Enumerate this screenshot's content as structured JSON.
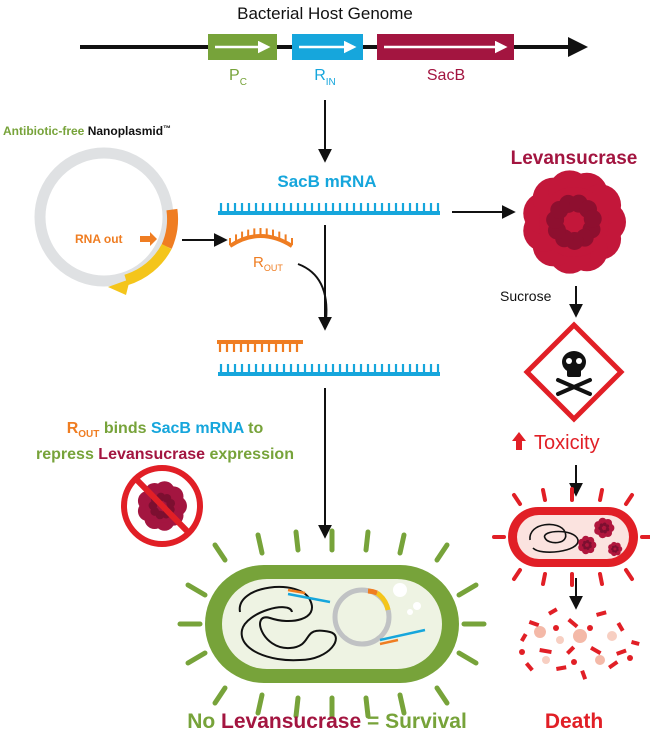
{
  "title": "Bacterial Host Genome",
  "genes": {
    "pc": {
      "main": "P",
      "sub": "C"
    },
    "rin": {
      "main": "R",
      "sub": "IN"
    },
    "sacb": "SacB"
  },
  "plasmid": {
    "label_prefix": "Antibiotic-free",
    "label_name": "Nanoplasmid",
    "label_tm": "™",
    "rna_out": "RNA out"
  },
  "mrna": {
    "label": "SacB mRNA"
  },
  "rout": {
    "main": "R",
    "sub": "OUT"
  },
  "levansucrase": {
    "title": "Levansucrase",
    "sucrose": "Sucrose",
    "toxicity": "Toxicity"
  },
  "explanation": {
    "r_main": "R",
    "r_sub": "OUT",
    "binds": " binds ",
    "sacb_mrna": "SacB mRNA",
    "to": " to",
    "repress": "repress ",
    "levansucrase": "Levansucrase",
    "expression": " expression"
  },
  "outcome": {
    "no": "No ",
    "levansucrase": "Levansucrase",
    "equals": " = ",
    "survival": "Survival",
    "death": "Death"
  },
  "colors": {
    "green": "#77a33a",
    "blue": "#16a6dc",
    "maroon": "#a31540",
    "red": "#e11f26",
    "orange": "#ef7d22",
    "yellow": "#f4c51b",
    "black": "#111111",
    "gray": "#dfe1e3"
  }
}
